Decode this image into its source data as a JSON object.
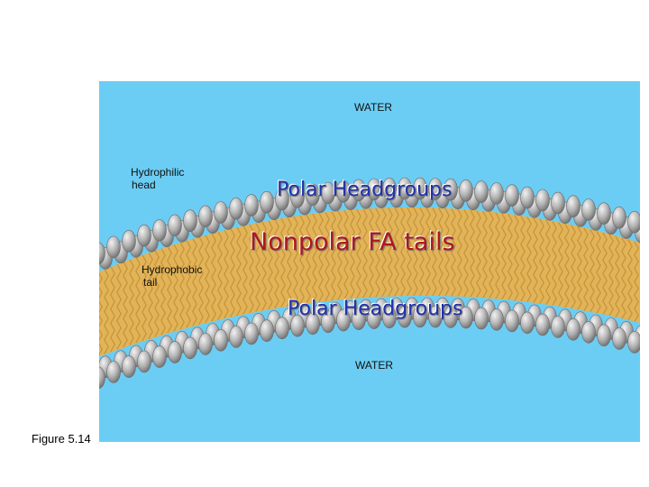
{
  "figure": {
    "water_top_label": "WATER",
    "water_bottom_label": "WATER",
    "hydrophilic_label_line1": "Hydrophilic",
    "hydrophilic_label_line2": "head",
    "hydrophobic_label_line1": "Hydrophobic",
    "hydrophobic_label_line2": "tail",
    "polar_top_label": "Polar Headgroups",
    "nonpolar_label": "Nonpolar FA tails",
    "polar_bottom_label": "Polar Headgroups",
    "caption": "Figure 5.14"
  },
  "colors": {
    "water": "#6ccdf4",
    "tail_band": "#e2b357",
    "tail_stripes": "#b88a33",
    "head_fill": "#b3b3b3",
    "head_stroke": "#6b6b6b",
    "polar_text": "#2233aa",
    "nonpolar_text": "#b01818"
  }
}
